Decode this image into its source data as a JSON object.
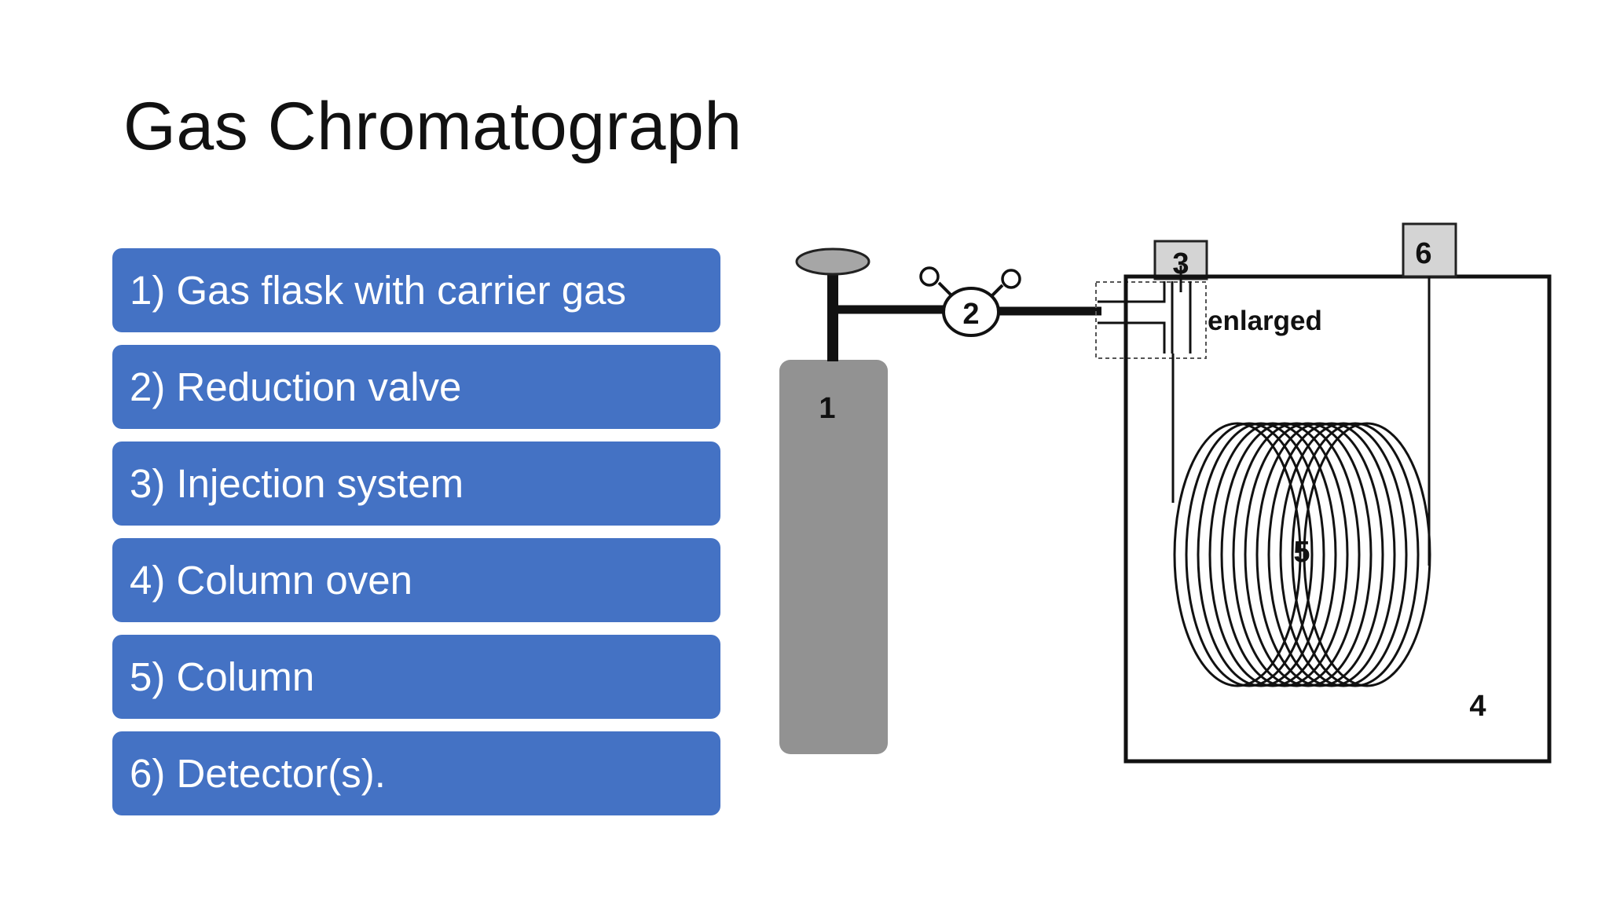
{
  "slide": {
    "title": "Gas Chromatograph"
  },
  "components": [
    {
      "label": "1) Gas flask with carrier gas"
    },
    {
      "label": "2) Reduction valve"
    },
    {
      "label": "3) Injection system"
    },
    {
      "label": "4) Column oven"
    },
    {
      "label": "5) Column"
    },
    {
      "label": "6) Detector(s)."
    }
  ],
  "diagram": {
    "labels": {
      "gas_flask": "1",
      "reduction_valve": "2",
      "injection_system": "3",
      "column_oven": "4",
      "column": "5",
      "detector": "6",
      "enlarged": "enlarged"
    }
  },
  "colors": {
    "accent": "#4472c4",
    "flask_gray": "#929292",
    "box_gray": "#d4d4d4",
    "line_dark": "#111111"
  }
}
